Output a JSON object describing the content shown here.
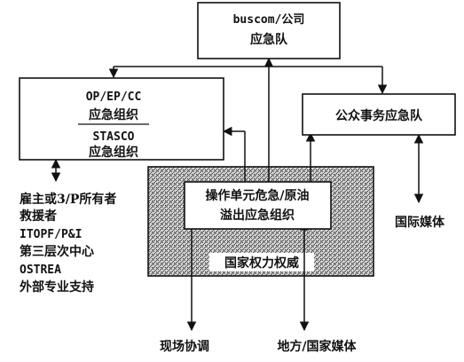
{
  "company_team": {
    "line1": "buscom/公司",
    "line2": "应急队"
  },
  "op_box": {
    "line1": "OP/EP/CC",
    "line2": "应急组织",
    "line3": "STASCO",
    "line4": "应急组织"
  },
  "public_affairs": {
    "label": "公众事务应急队"
  },
  "operating_unit": {
    "line1": "操作单元危急/原油",
    "line2": "溢出应急组织"
  },
  "national_authority": {
    "label": "国家权力权威"
  },
  "external_support": [
    "雇主或3/P所有者",
    "救援者",
    "ITOPF/P&I",
    "第三层次中心",
    "OSTREA",
    "外部专业支持"
  ],
  "international_media": {
    "label": "国际媒体"
  },
  "onsite_coordination": {
    "label": "现场协调"
  },
  "local_national_media": {
    "label": "地方/国家媒体"
  }
}
